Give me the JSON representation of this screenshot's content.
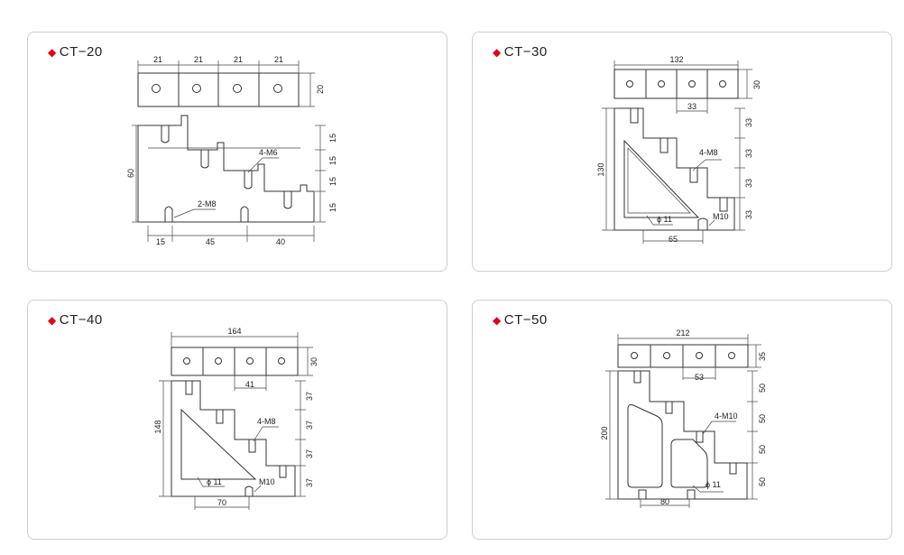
{
  "products": [
    {
      "name": "CT−20",
      "dims": {
        "top": [
          "21",
          "21",
          "21",
          "21"
        ],
        "thickness": "20",
        "height": "60",
        "steps": [
          "15",
          "15",
          "15",
          "15"
        ],
        "bottom": [
          "15",
          "45",
          "40"
        ]
      },
      "labels": {
        "bolt": "4-M6",
        "hole": "2-M8"
      }
    },
    {
      "name": "CT−30",
      "dims": {
        "top": "132",
        "thickness": "30",
        "pitch": "33",
        "height": "130",
        "steps": [
          "33",
          "33",
          "33",
          "33"
        ],
        "bottom": "65"
      },
      "labels": {
        "bolt": "4-M8",
        "hole": "ϕ 11",
        "screw": "M10"
      }
    },
    {
      "name": "CT−40",
      "dims": {
        "top": "164",
        "thickness": "30",
        "pitch": "41",
        "height": "148",
        "steps": [
          "37",
          "37",
          "37",
          "37"
        ],
        "bottom": "70"
      },
      "labels": {
        "bolt": "4-M8",
        "hole": "ϕ 11",
        "screw": "M10"
      }
    },
    {
      "name": "CT−50",
      "dims": {
        "top": "212",
        "thickness": "35",
        "pitch": "53",
        "height": "200",
        "steps": [
          "50",
          "50",
          "50",
          "50"
        ],
        "bottom": "80"
      },
      "labels": {
        "bolt": "4-M10",
        "hole": "ϕ 11"
      }
    }
  ],
  "colors": {
    "accent": "#e60012",
    "line": "#333333",
    "border": "#cfcfcf"
  }
}
